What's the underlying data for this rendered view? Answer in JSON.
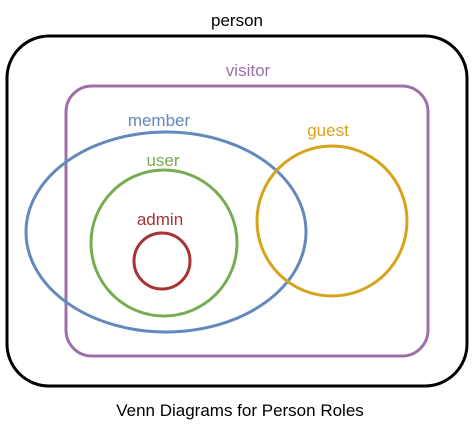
{
  "caption": "Venn Diagrams for Person Roles",
  "sets": {
    "person": {
      "label": "person",
      "color": "#000000"
    },
    "visitor": {
      "label": "visitor",
      "color": "#9e70a9"
    },
    "member": {
      "label": "member",
      "color": "#6288bd"
    },
    "user": {
      "label": "user",
      "color": "#77ad52"
    },
    "admin": {
      "label": "admin",
      "color": "#a93234"
    },
    "guest": {
      "label": "guest",
      "color": "#d6a31a"
    }
  }
}
